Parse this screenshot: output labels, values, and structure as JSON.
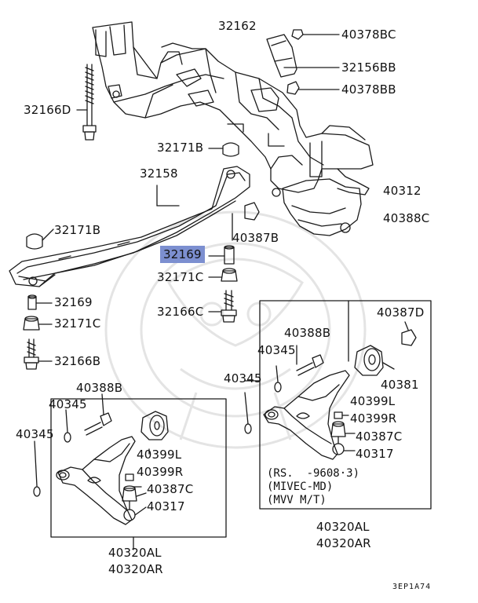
{
  "colors": {
    "line": "#1a1a1a",
    "highlight": "#7c8fd0",
    "watermark": "#e6e6e6"
  },
  "labels": {
    "p32162": "32162",
    "p40378BC": "40378BC",
    "p32156BB": "32156BB",
    "p40378BB": "40378BB",
    "p32166D": "32166D",
    "p32171B_top": "32171B",
    "p32158": "32158",
    "p40312": "40312",
    "p40388C": "40388C",
    "p32171B_left": "32171B",
    "p40387B": "40387B",
    "p32169_selected": "32169",
    "p32171C_mid": "32171C",
    "p32169_left": "32169",
    "p32171C_left": "32171C",
    "p32166C": "32166C",
    "p32166B": "32166B",
    "p40387D": "40387D",
    "p40388B_right": "40388B",
    "p40345_r1": "40345",
    "p40345_r2": "40345",
    "p40381": "40381",
    "p40399L_right": "40399L",
    "p40399R_right": "40399R",
    "p40387C_right": "40387C",
    "p40317_right": "40317",
    "p40388B_left": "40388B",
    "p40345_l1": "40345",
    "p40345_l2": "40345",
    "p40399L_left": "40399L",
    "p40399R_left": "40399R",
    "p40387C_left": "40387C",
    "p40317_left": "40317",
    "p40320AL_left": "40320AL",
    "p40320AR_left": "40320AR",
    "p40320AL_right": "40320AL",
    "p40320AR_right": "40320AR"
  },
  "note": {
    "line1": "(RS.  -9608·3)",
    "line2": "(MIVEC-MD)",
    "line3": "(MVV M/T)"
  },
  "diagram_code": "3EP1A74",
  "icons": {
    "watermark": "watermark-emblem",
    "crossmember": "front-crossmember",
    "bar": "center-member-bar",
    "arm": "lower-arm"
  }
}
